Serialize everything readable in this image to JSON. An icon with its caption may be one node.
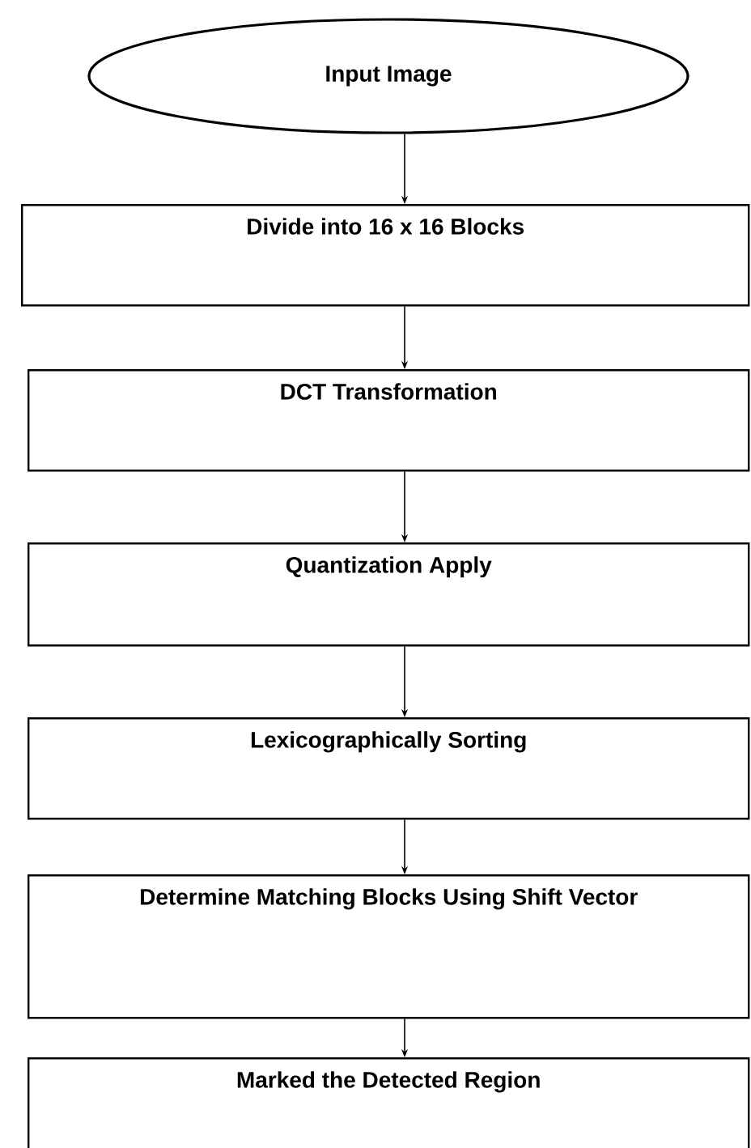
{
  "diagram": {
    "nodes": [
      {
        "text": [
          "Input Image"
        ]
      },
      {
        "text": [
          "Divide into 16 x 16 Blocks"
        ]
      },
      {
        "text": [
          "DCT Transformation"
        ]
      },
      {
        "text": [
          "Quantization Apply"
        ]
      },
      {
        "text": [
          "Lexicographically Sorting"
        ]
      },
      {
        "text": [
          "Determine Matching Blocks Using Shift Vector"
        ]
      },
      {
        "text": [
          "Marked the Detected  Region"
        ]
      }
    ],
    "edges": [
      {
        "from": 0,
        "to": 1,
        "arrow": "to"
      },
      {
        "from": 1,
        "to": 2,
        "arrow": "to"
      },
      {
        "from": 2,
        "to": 3,
        "arrow": "to"
      },
      {
        "from": 3,
        "to": 4,
        "arrow": "to"
      },
      {
        "from": 4,
        "to": 5,
        "arrow": "to"
      },
      {
        "from": 5,
        "to": 6,
        "arrow": "to"
      }
    ]
  }
}
